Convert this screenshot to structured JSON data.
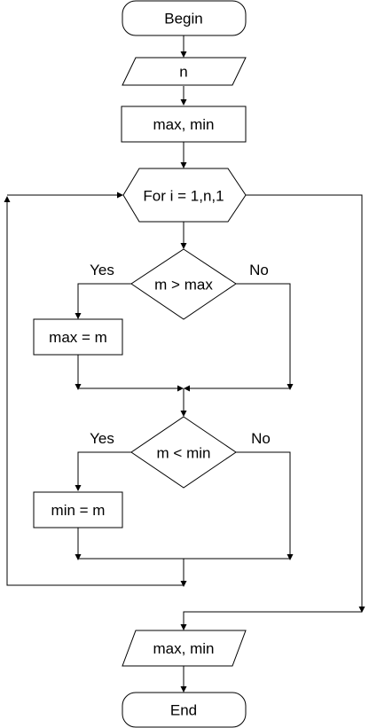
{
  "nodes": {
    "begin": "Begin",
    "input_n": "n",
    "init": "max, min",
    "loop": "For i = 1,n,1",
    "cond_max": "m > max",
    "assign_max": "max = m",
    "cond_min": "m < min",
    "assign_min": "min = m",
    "output": "max, min",
    "end": "End"
  },
  "branches": {
    "max_yes": "Yes",
    "max_no": "No",
    "min_yes": "Yes",
    "min_no": "No"
  }
}
